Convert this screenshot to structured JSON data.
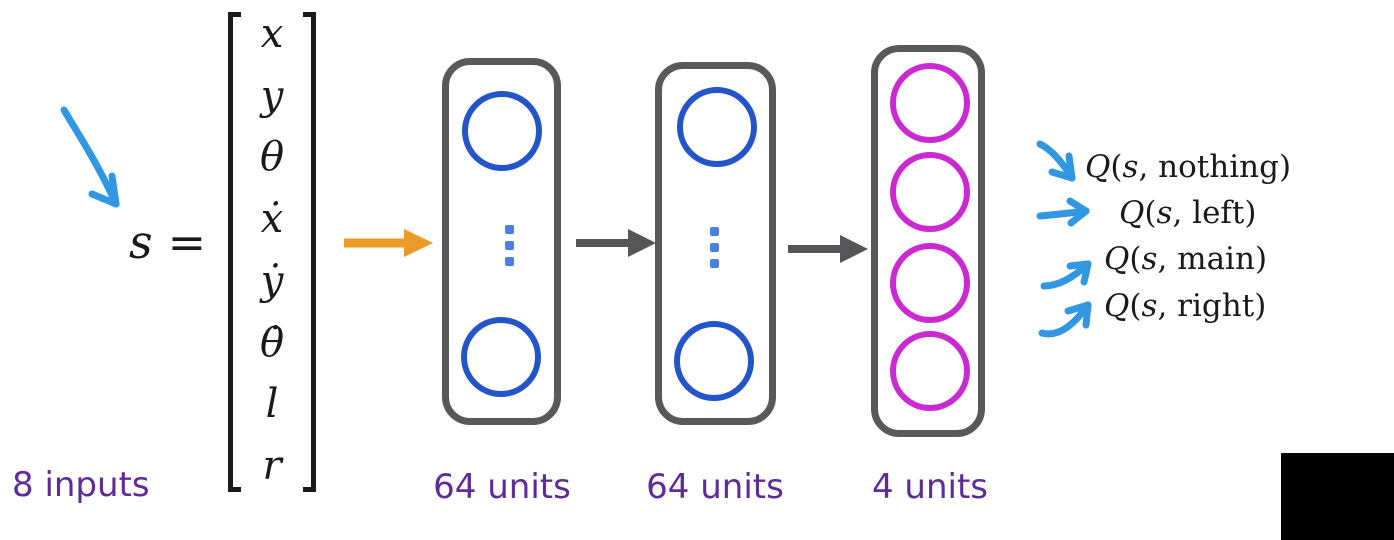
{
  "input": {
    "variable": "s",
    "equals_sign": "=",
    "vector_elements": [
      "x",
      "y",
      "θ",
      "ẋ",
      "ẏ",
      "θ̇",
      "l",
      "r"
    ],
    "caption": "8 inputs"
  },
  "network": {
    "layers": [
      {
        "caption": "64 units",
        "visible_neurons": 2,
        "has_ellipsis": true,
        "neuron_color": "#2355c8"
      },
      {
        "caption": "64 units",
        "visible_neurons": 2,
        "has_ellipsis": true,
        "neuron_color": "#2355c8"
      },
      {
        "caption": "4 units",
        "visible_neurons": 4,
        "has_ellipsis": false,
        "neuron_color": "#cb2ad3"
      }
    ]
  },
  "outputs": {
    "rows": [
      {
        "q": "Q",
        "open": "(",
        "s": "s",
        "sep": ", ",
        "action": "nothing",
        "close": ")"
      },
      {
        "q": "Q",
        "open": "(",
        "s": "s",
        "sep": ", ",
        "action": "left",
        "close": ")"
      },
      {
        "q": "Q",
        "open": "(",
        "s": "s",
        "sep": ", ",
        "action": "main",
        "close": ")"
      },
      {
        "q": "Q",
        "open": "(",
        "s": "s",
        "sep": ", ",
        "action": "right",
        "close": ")"
      }
    ]
  },
  "colors": {
    "neuron_blue": "#2355c8",
    "neuron_magenta": "#cb2ad3",
    "ellipsis_blue": "#4b7ee2",
    "box_border_gray": "#59595b",
    "flow_arrow_gray": "#565658",
    "input_arrow_orange": "#eb9a28",
    "annotation_arrow_blue": "#3297e2",
    "caption_purple": "#5e2b97",
    "text_black": "#1a1a1a"
  }
}
